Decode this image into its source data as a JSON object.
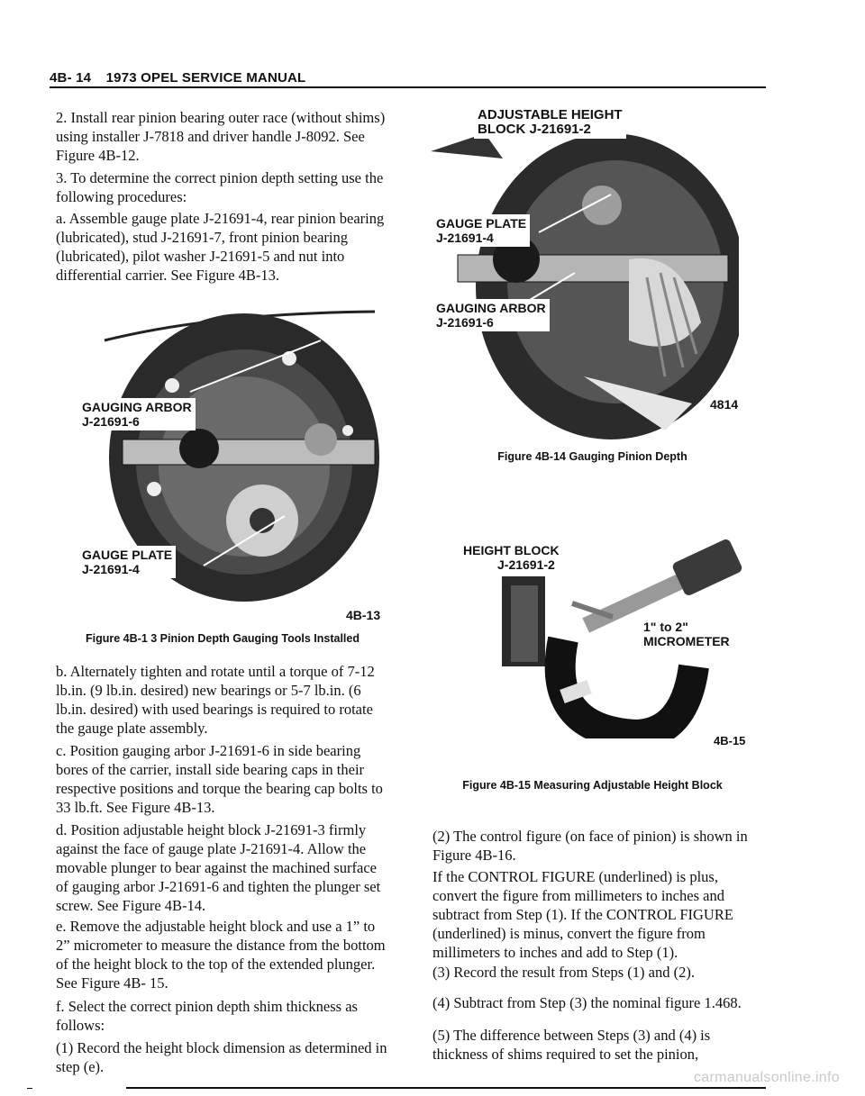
{
  "header": {
    "page_number": "4B- 14",
    "title": "1973 OPEL SERVICE MANUAL"
  },
  "left": {
    "p1": "2. Install rear pinion bearing outer race (without shims) using installer J-7818 and driver handle J-8092. See Figure 4B-12.",
    "p2": "3. To determine the correct pinion depth setting use the following procedures:",
    "p3": "a. Assemble gauge plate J-21691-4, rear pinion bearing (lubricated), stud J-21691-7, front pinion bearing (lubricated), pilot washer J-21691-5 and nut into differential carrier. See Figure 4B-13.",
    "fig13": {
      "label1_line1": "GAUGING ARBOR",
      "label1_line2": "J-21691-6",
      "label2_line1": "GAUGE PLATE",
      "label2_line2": "J-21691-4",
      "tag": "4B-13",
      "caption": "Figure 4B-1 3 Pinion Depth Gauging Tools Installed"
    },
    "p4": "b. Alternately tighten and rotate until a torque of 7-12 lb.in. (9 lb.in. desired) new bearings or 5-7 lb.in. (6 lb.in. desired) with used bearings is required to rotate the gauge plate assembly.",
    "p5": "c. Position gauging arbor J-21691-6 in side bearing bores of the carrier, install side bearing caps in their respective positions and torque the bearing cap bolts to 33 lb.ft. See Figure 4B-13.",
    "p6": "d. Position adjustable height block J-21691-3 firmly against the face of gauge plate J-21691-4. Allow the movable plunger to bear against the machined surface of gauging arbor J-21691-6 and tighten the plunger set screw. See Figure 4B-14.",
    "p7": "e. Remove the adjustable height block and use a 1” to 2” micrometer to measure the distance from the bottom of the height block to the top of the extended plunger. See Figure 4B- 15.",
    "p8": "f. Select the correct pinion depth shim thickness as follows:",
    "p9": "(1) Record the height block dimension as determined in step (e)."
  },
  "right": {
    "fig14": {
      "label1_line1": "ADJUSTABLE HEIGHT",
      "label1_line2": "BLOCK   J-21691-2",
      "label2_line1": "GAUGE PLATE",
      "label2_line2": "J-21691-4",
      "label3_line1": "GAUGING ARBOR",
      "label3_line2": "J-21691-6",
      "tag": "4814",
      "caption": "Figure 4B-14 Gauging Pinion Depth"
    },
    "fig15": {
      "label1_line1": "HEIGHT BLOCK",
      "label1_line2": "J-21691-2",
      "label2_line1": "1\" to 2\"",
      "label2_line2": "MICROMETER",
      "tag": "4B-15",
      "caption": "Figure 4B-15 Measuring Adjustable Height Block"
    },
    "p1": "(2) The control figure (on face of pinion) is shown in Figure 4B-16.",
    "p2": "If the CONTROL FIGURE (underlined) is plus, convert the figure from millimeters to inches and subtract from Step (1). If the CONTROL FIGURE (underlined) is minus, convert the figure from millimeters to inches and add to Step (1).",
    "p3": "(3) Record the result from Steps (1) and (2).",
    "p4": "(4) Subtract from Step (3) the nominal figure 1.468.",
    "p5": "(5) The difference between Steps (3) and (4) is thickness of shims required to set the pinion,"
  },
  "footer": {
    "brand": "carmanualsonline.info"
  }
}
